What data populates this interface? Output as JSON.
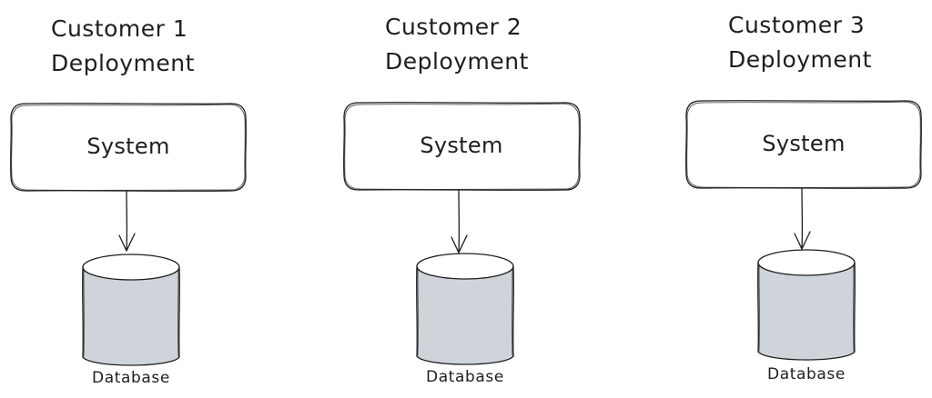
{
  "colors": {
    "stroke": "#1e1e1e",
    "cylinder_body": "#ced4da",
    "cylinder_top": "#ffffff",
    "background": "#ffffff"
  },
  "deployments": [
    {
      "title_line1": "Customer 1",
      "title_line2": "Deployment",
      "system_label": "System",
      "database_label": "Database"
    },
    {
      "title_line1": "Customer 2",
      "title_line2": "Deployment",
      "system_label": "System",
      "database_label": "Database"
    },
    {
      "title_line1": "Customer 3",
      "title_line2": "Deployment",
      "system_label": "System",
      "database_label": "Database"
    }
  ]
}
